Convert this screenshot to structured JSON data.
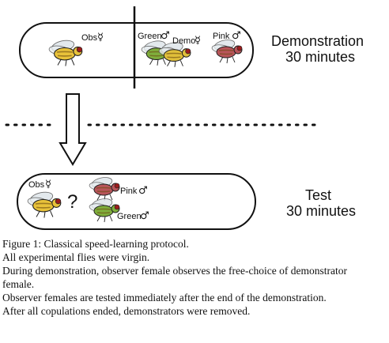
{
  "demonstration": {
    "labels": {
      "observer": "Obs",
      "observer_symbol": "☿",
      "green": "Green",
      "green_symbol": "♂",
      "demonstrator": "Demo",
      "demonstrator_symbol": "☿",
      "pink": "Pink",
      "pink_symbol": "♂"
    },
    "phase_name": "Demonstration",
    "duration": "30 minutes"
  },
  "test": {
    "labels": {
      "observer": "Obs",
      "observer_symbol": "☿",
      "question": "?",
      "pink": "Pink",
      "pink_symbol": "♂",
      "green": "Green",
      "green_symbol": "♂"
    },
    "phase_name": "Test",
    "duration": "30 minutes"
  },
  "caption": {
    "lines": [
      "Figure 1: Classical speed-learning protocol.",
      "All experimental flies were virgin.",
      "During demonstration, observer female observes the free-choice of demonstrator",
      "female.",
      "Observer females are tested immediately after the end of the demonstration.",
      "After all copulations ended, demonstrators were removed."
    ]
  },
  "colors": {
    "observer_fly": "#e8c23a",
    "green_fly": "#7fae3c",
    "pink_fly": "#b8555a",
    "outline": "#111111"
  }
}
